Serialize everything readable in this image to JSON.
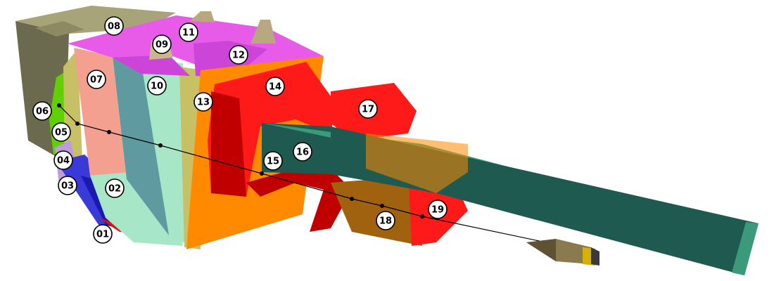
{
  "figure": {
    "description_labels": [
      "01",
      "02",
      "03",
      "04",
      "05",
      "06",
      "07",
      "08",
      "09",
      "10",
      "11",
      "12",
      "13",
      "14",
      "15",
      "16",
      "17",
      "18",
      "19"
    ],
    "colors": {
      "hull_rear": "#6b6a4f",
      "hull_top": "#a8a47a",
      "magenta": "#e85ae8",
      "violet": "#cc44d8",
      "salmon": "#f4a090",
      "teal": "#5f9aa0",
      "mint": "#a8e6c8",
      "olive": "#c8c064",
      "orange": "#ff8a00",
      "red": "#ff1a1a",
      "dark_red": "#c00000",
      "blue": "#3030d0",
      "navy": "#1a1ab0",
      "green": "#60d000",
      "barrel": "#3a9a7a",
      "barrel_dark": "#1f5a50",
      "shell": "#8a7a50"
    },
    "icons": [
      "projectile-icon",
      "shot-line-icon"
    ]
  }
}
